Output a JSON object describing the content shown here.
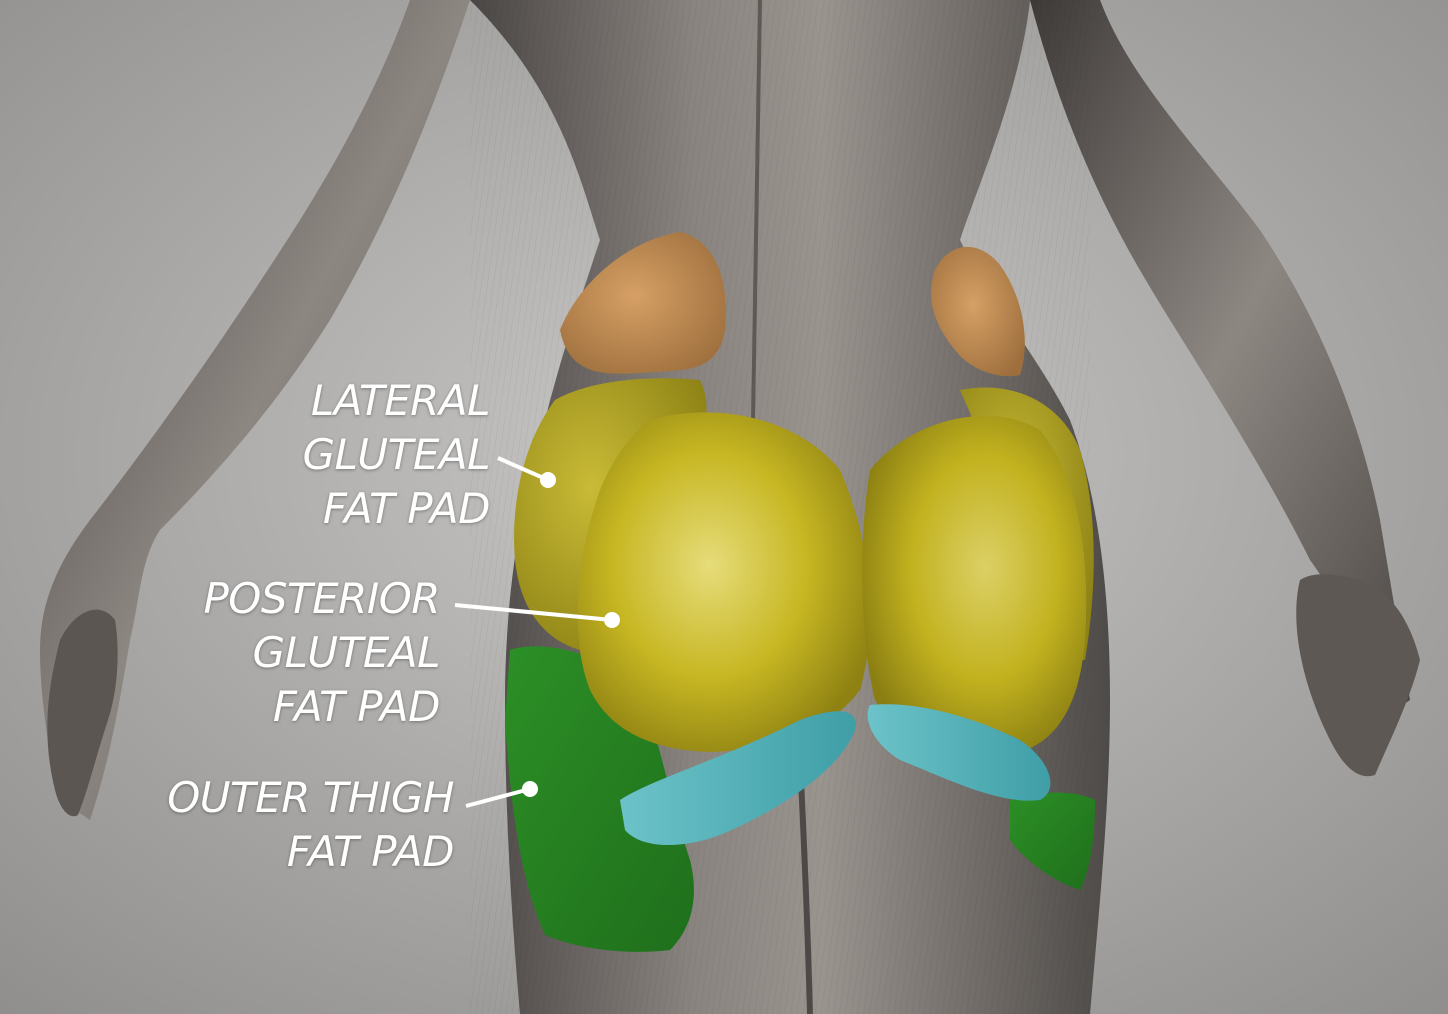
{
  "labels": {
    "lateral": {
      "lines": [
        "LATERAL",
        "GLUTEAL",
        "FAT PAD"
      ]
    },
    "posterior": {
      "lines": [
        "POSTERIOR",
        "GLUTEAL",
        "FAT PAD"
      ]
    },
    "outer_thigh": {
      "lines": [
        "OUTER THIGH",
        "FAT PAD"
      ]
    }
  },
  "colors": {
    "background": "#a9a8a6",
    "body_muscle": "#6f6a66",
    "lateral_upper_pad": "#c08a52",
    "gluteal_pad": "#c4b51f",
    "outer_thigh_pad": "#2f9a2a",
    "inner_thigh_pad": "#4fb1b9",
    "label_text": "#ffffff",
    "leader_line": "#ffffff"
  }
}
